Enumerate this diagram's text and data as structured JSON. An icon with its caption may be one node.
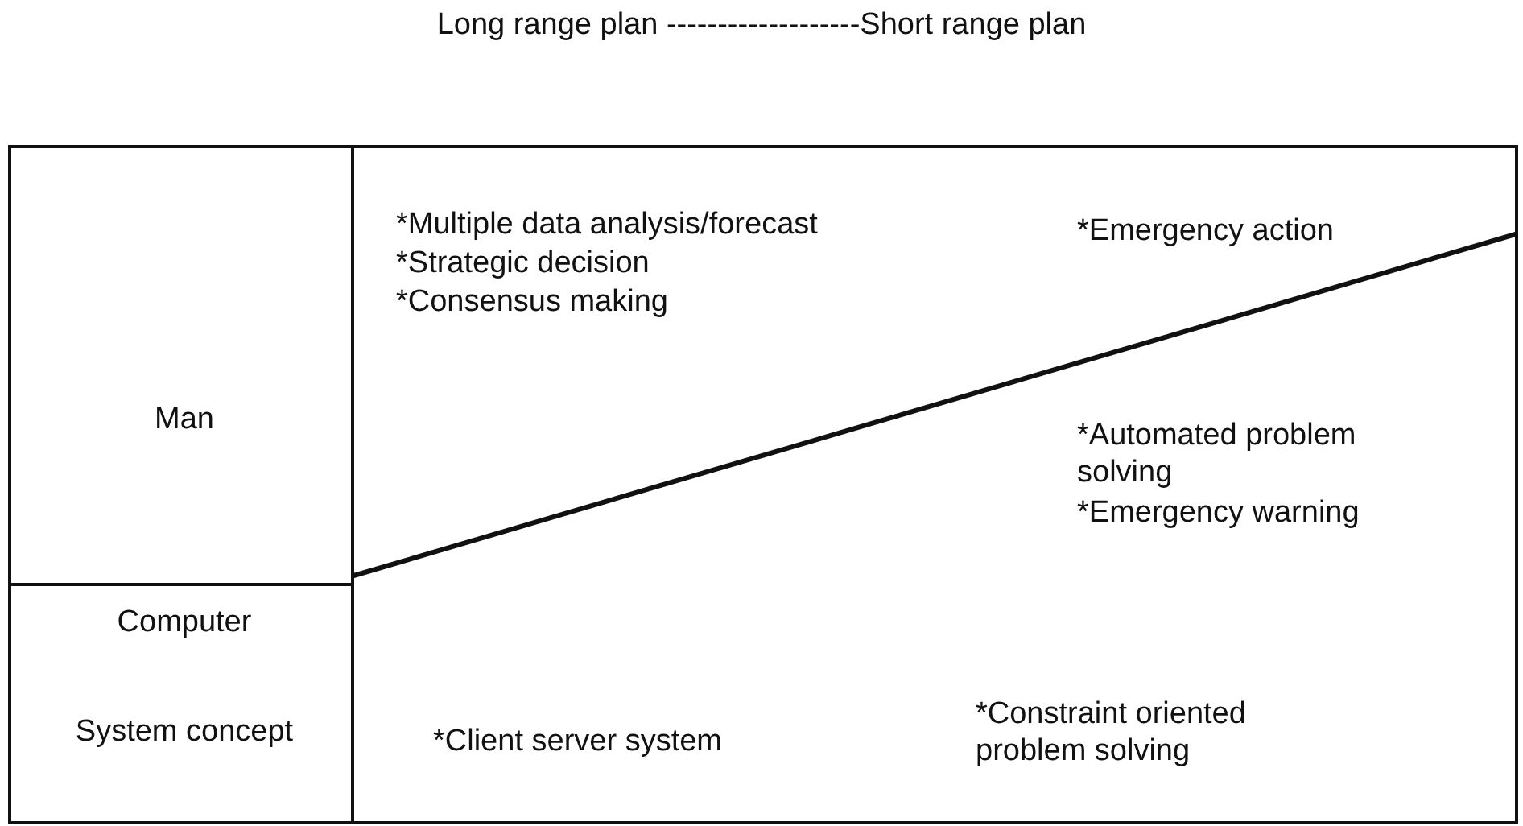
{
  "diagram": {
    "title": "Long range plan -------------------Short range plan",
    "nodes": [
      {
        "text": [
          "Man"
        ]
      },
      {
        "text": [
          "Computer",
          "System concept"
        ]
      },
      {
        "text": [
          "*Multiple data analysis/forecast",
          "*Strategic decision",
          "*Consensus making",
          "*Emergency action",
          "*Automated problem solving",
          "*Emergency warning",
          "*Client server system",
          "*Constraint oriented problem solving"
        ]
      }
    ]
  }
}
